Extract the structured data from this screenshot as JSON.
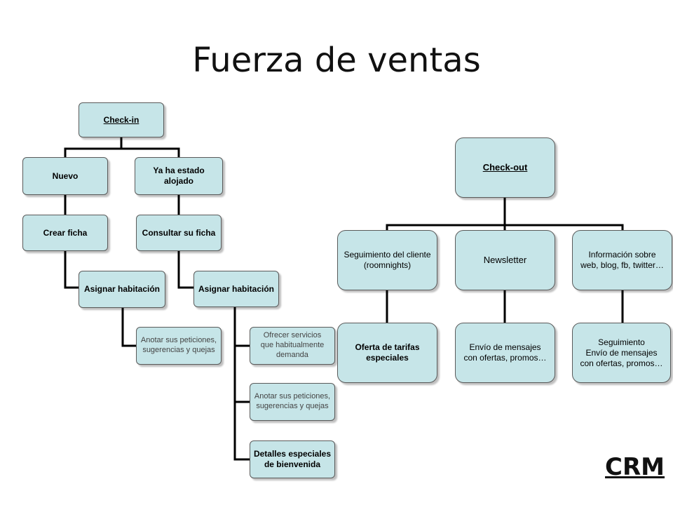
{
  "title": "Fuerza de ventas",
  "footer_label": "CRM",
  "colors": {
    "node_fill": "#c6e5e8",
    "node_border": "#5a5a5a",
    "connector": "#000000"
  },
  "checkin": {
    "root": "Check-in",
    "nuevo": "Nuevo",
    "ya_alojado": "Ya ha estado alojado",
    "crear_ficha": "Crear ficha",
    "consultar_ficha": "Consultar su ficha",
    "asignar_1": "Asignar habitación",
    "asignar_2": "Asignar habitación",
    "anotar_1": "Anotar sus peticiones,\nsugerencias y quejas",
    "ofrecer": "Ofrecer servicios\nque habitualmente\ndemanda",
    "anotar_2": "Anotar sus peticiones,\nsugerencias y quejas",
    "detalles": "Detalles especiales\nde bienvenida"
  },
  "checkout": {
    "root": "Check-out",
    "seguimiento_cliente": "Seguimiento del cliente\n(roomnights)",
    "newsletter": "Newsletter",
    "informacion": "Información sobre\nweb, blog, fb, twitter…",
    "oferta": "Oferta de tarifas\nespeciales",
    "envio": "Envío de mensajes\ncon ofertas, promos…",
    "seguimiento": "Seguimiento\nEnvío de mensajes\ncon ofertas, promos…"
  }
}
